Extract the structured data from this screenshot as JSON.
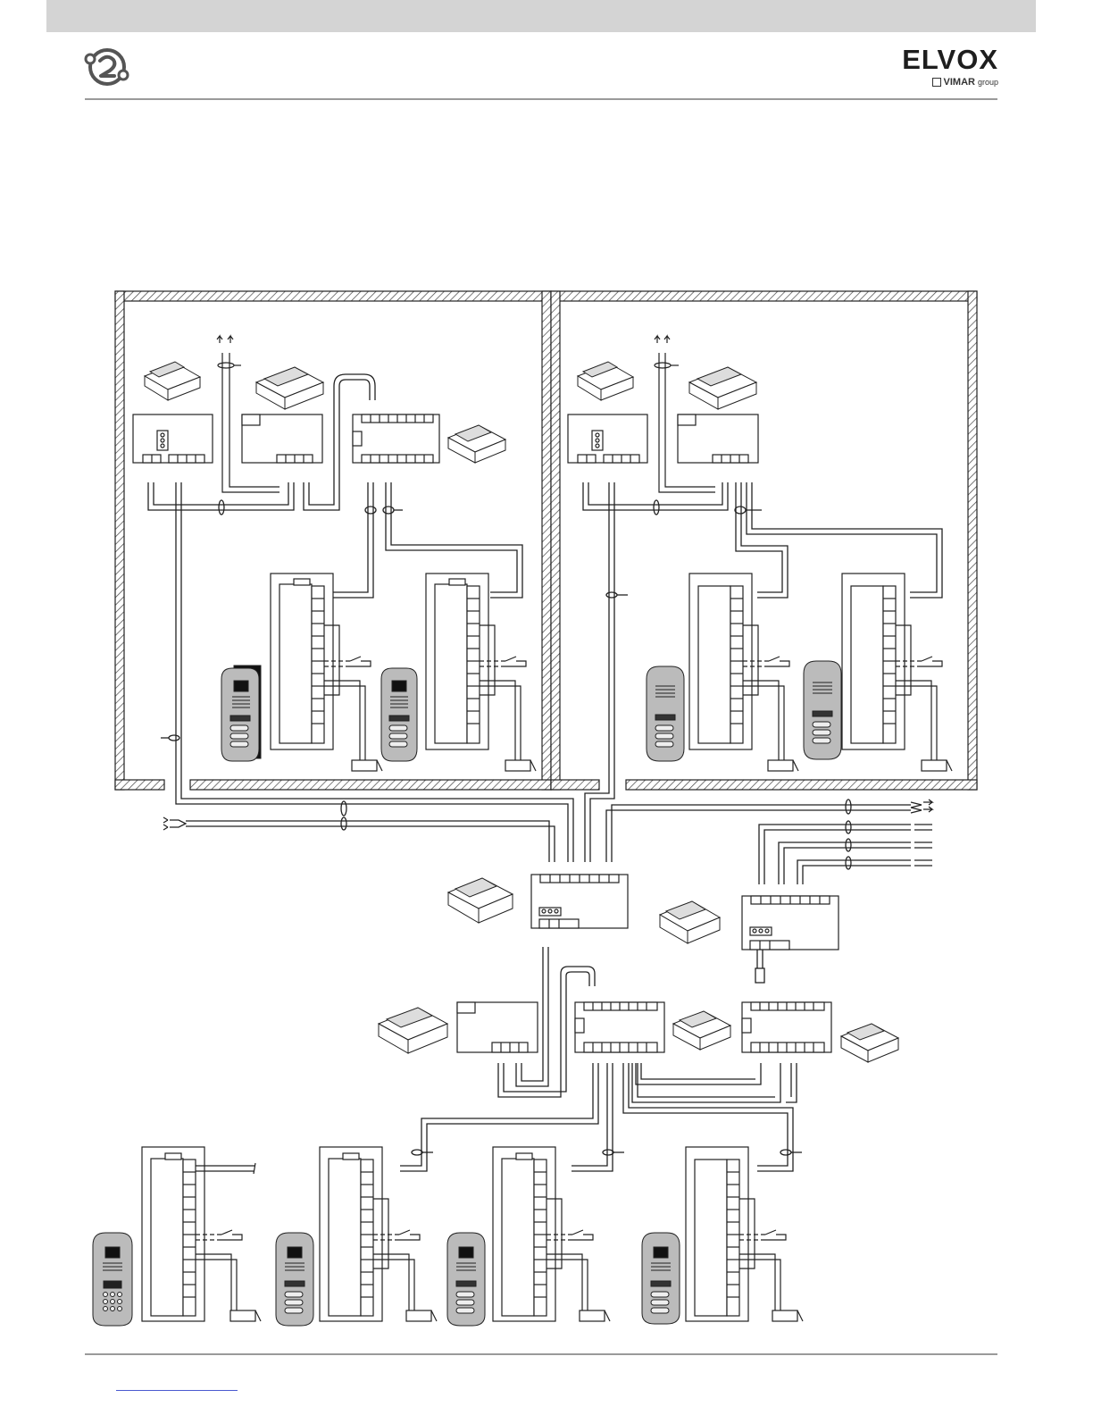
{
  "header": {
    "logo_icon": "bus-2-wire-logo-icon",
    "brand_name": "ELVOX",
    "brand_group": "VIMAR",
    "brand_group_suffix": "group"
  },
  "diagram": {
    "buildings": 2,
    "panels_per_building": 2,
    "common_panels": 4
  }
}
